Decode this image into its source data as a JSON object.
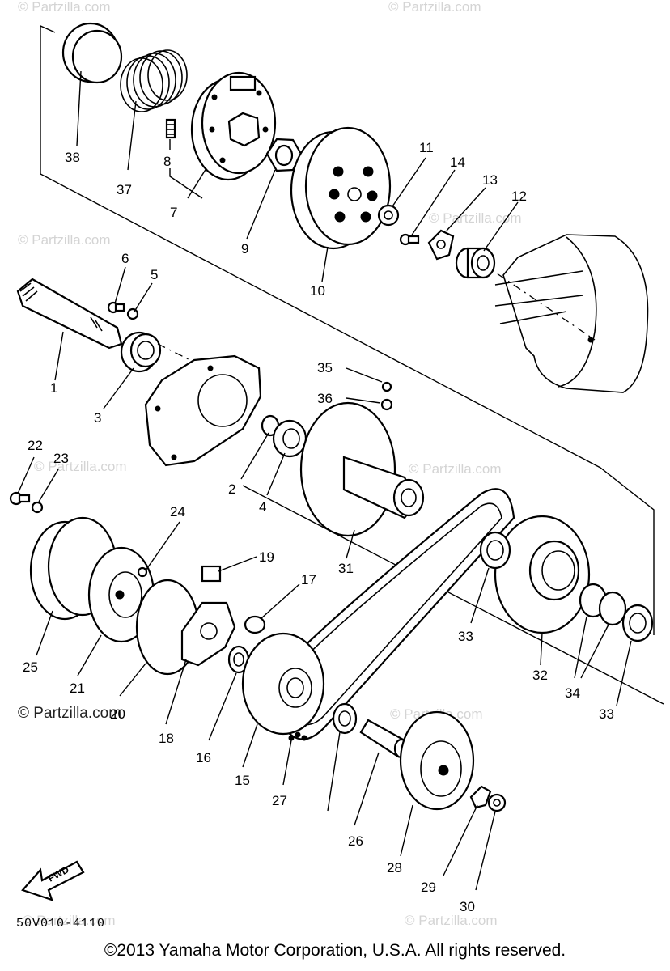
{
  "watermark": "© Partzilla.com",
  "diagram_code": "50V010-4110",
  "fwd_label": "FWD",
  "copyright": "©2013 Yamaha Motor Corporation, U.S.A. All rights reserved.",
  "callouts": [
    "1",
    "2",
    "3",
    "4",
    "5",
    "6",
    "7",
    "8",
    "9",
    "10",
    "11",
    "12",
    "13",
    "14",
    "15",
    "16",
    "17",
    "18",
    "19",
    "20",
    "21",
    "22",
    "23",
    "24",
    "25",
    "26",
    "27",
    "28",
    "29",
    "30",
    "31",
    "32",
    "33",
    "34",
    "35",
    "36",
    "37",
    "38"
  ]
}
